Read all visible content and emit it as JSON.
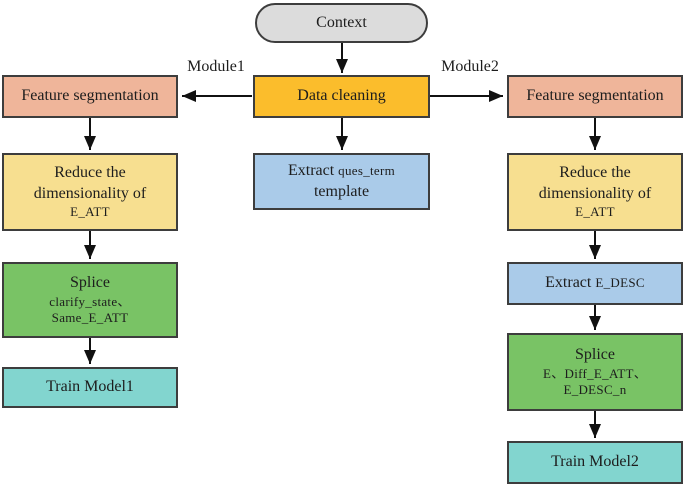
{
  "diagram": {
    "colors": {
      "context_fill": "#dcdcdc",
      "data_cleaning_fill": "#fbbd2c",
      "feature_fill": "#efb59a",
      "reduce_fill": "#f7df90",
      "splice_fill": "#79c365",
      "train_fill": "#82d5cf",
      "extract_fill": "#aacbe9",
      "border": "#3d3d3d",
      "arrow": "#111111"
    },
    "edges": {
      "module1_label": "Module1",
      "module2_label": "Module2"
    },
    "nodes": {
      "context": "Context",
      "data_cleaning": "Data cleaning",
      "extract_center_word": "Extract",
      "extract_center_code": "ques_term",
      "extract_center_line2": "template",
      "left": {
        "feature_segmentation": "Feature segmentation",
        "reduce_line1": "Reduce the",
        "reduce_line2": "dimensionality of",
        "reduce_code": "E_ATT",
        "splice_title": "Splice",
        "splice_code1": "clarify_state、",
        "splice_code2": "Same_E_ATT",
        "train": "Train Model1"
      },
      "right": {
        "feature_segmentation": "Feature segmentation",
        "reduce_line1": "Reduce the",
        "reduce_line2": "dimensionality of",
        "reduce_code": "E_ATT",
        "extract_word": "Extract",
        "extract_code": "E_DESC",
        "splice_title": "Splice",
        "splice_code1": "E、Diff_E_ATT、",
        "splice_code2": "E_DESC_n",
        "train": "Train Model2"
      }
    }
  }
}
